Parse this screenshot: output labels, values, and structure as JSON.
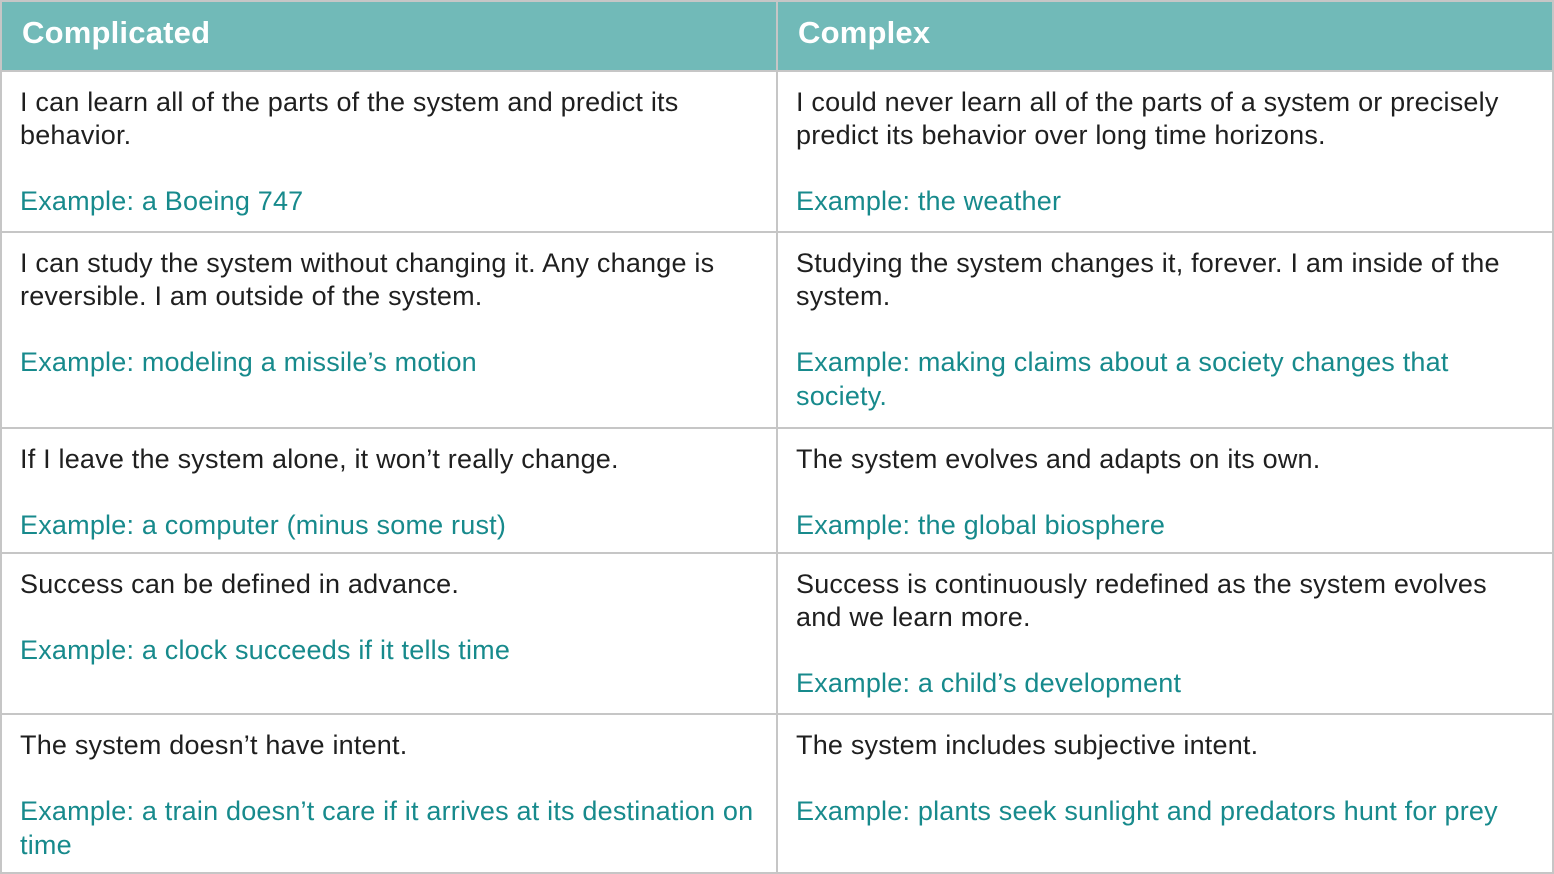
{
  "header": {
    "left": "Complicated",
    "right": "Complex"
  },
  "colors": {
    "header_bg": "#71bab8",
    "header_text": "#ffffff",
    "body_text": "#1f1f1f",
    "example_text": "#178a8c",
    "border": "#c6c6c6"
  },
  "rows": [
    {
      "complicated": {
        "text": "I can learn all of the parts of the system and predict its behavior.",
        "example": "Example: a Boeing 747"
      },
      "complex": {
        "text": "I could never learn all of the parts of a system or precisely predict its behavior over long time horizons.",
        "example": "Example: the weather"
      }
    },
    {
      "complicated": {
        "text": "I can study the system without changing it. Any change is reversible. I am outside of the system.",
        "example": "Example: modeling a missile’s motion"
      },
      "complex": {
        "text": "Studying the system changes it, forever. I am inside of the system.",
        "example": "Example: making claims about a society changes that society."
      }
    },
    {
      "complicated": {
        "text": "If I leave the system alone, it won’t really change.",
        "example": "Example: a computer (minus some rust)"
      },
      "complex": {
        "text": "The system evolves and adapts on its own.",
        "example": "Example: the global biosphere"
      }
    },
    {
      "complicated": {
        "text": "Success can be defined in advance.",
        "example": "Example: a clock succeeds if it tells time"
      },
      "complex": {
        "text": "Success is continuously redefined as the system evolves and we learn more.",
        "example": "Example: a child’s development"
      }
    },
    {
      "complicated": {
        "text": "The system doesn’t have intent.",
        "example": "Example: a train doesn’t care if it arrives at its destination on time"
      },
      "complex": {
        "text": "The system includes subjective intent.",
        "example": "Example: plants seek sunlight and predators hunt for prey"
      }
    }
  ]
}
